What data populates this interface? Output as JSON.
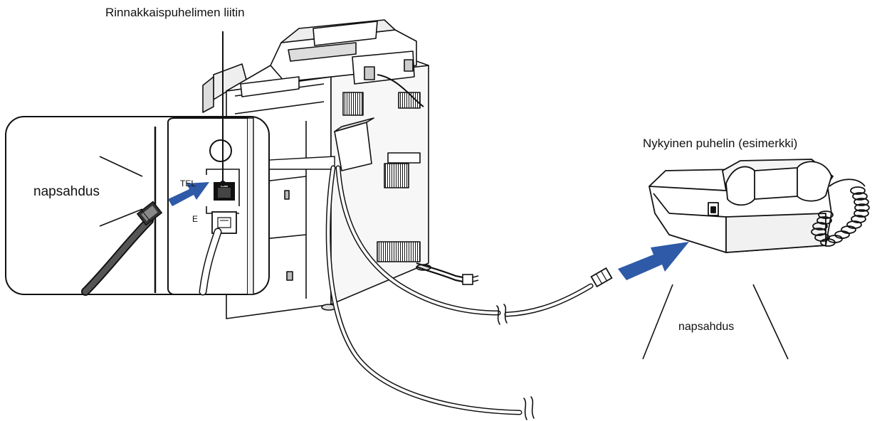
{
  "labels": {
    "parallel_connector": "Rinnakkaispuhelimen liitin",
    "existing_phone": "Nykyinen puhelin (esimerkki)",
    "click_left": "napsahdus",
    "click_right": "napsahdus"
  },
  "jack_labels": {
    "tel": "TEL",
    "line_partial": "E"
  },
  "colors": {
    "line": "#111111",
    "arrow": "#2e5aa8",
    "body_fill": "#ffffff",
    "shade": "#d9d9d9"
  }
}
